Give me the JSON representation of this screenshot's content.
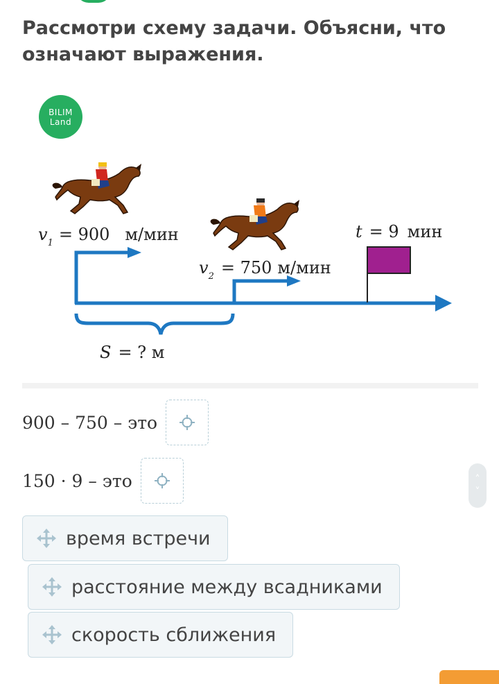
{
  "task": {
    "title": "Рассмотри схему задачи. Объясни, что означают выражения."
  },
  "logo": {
    "line1": "BILIM",
    "line2": "Land"
  },
  "diagram": {
    "v1_symbol": "v",
    "v1_sub": "1",
    "v1_value": "= 900",
    "v1_unit": "м/мин",
    "v2_symbol": "v",
    "v2_sub": "2",
    "v2_value": "= 750",
    "v2_unit": "м/мин",
    "t_symbol": "t",
    "t_value": "= 9",
    "t_unit": "мин",
    "s_symbol": "S",
    "s_value": "= ? м"
  },
  "expressions": [
    {
      "text": "900 – 750 – это"
    },
    {
      "text": "150 · 9 – это"
    }
  ],
  "answers": [
    {
      "label": "время встречи"
    },
    {
      "label": "расстояние между всадниками"
    },
    {
      "label": "скорость сближения"
    }
  ],
  "colors": {
    "accent_blue": "#1e78c2",
    "flag_purple": "#a0208f",
    "brand_green": "#27ae60",
    "orange": "#f39c34"
  },
  "icons": {
    "drop_target": "crosshair-icon",
    "drag_handle": "move-icon",
    "scroll_up": "chevron-up-icon",
    "scroll_down": "chevron-down-icon"
  }
}
